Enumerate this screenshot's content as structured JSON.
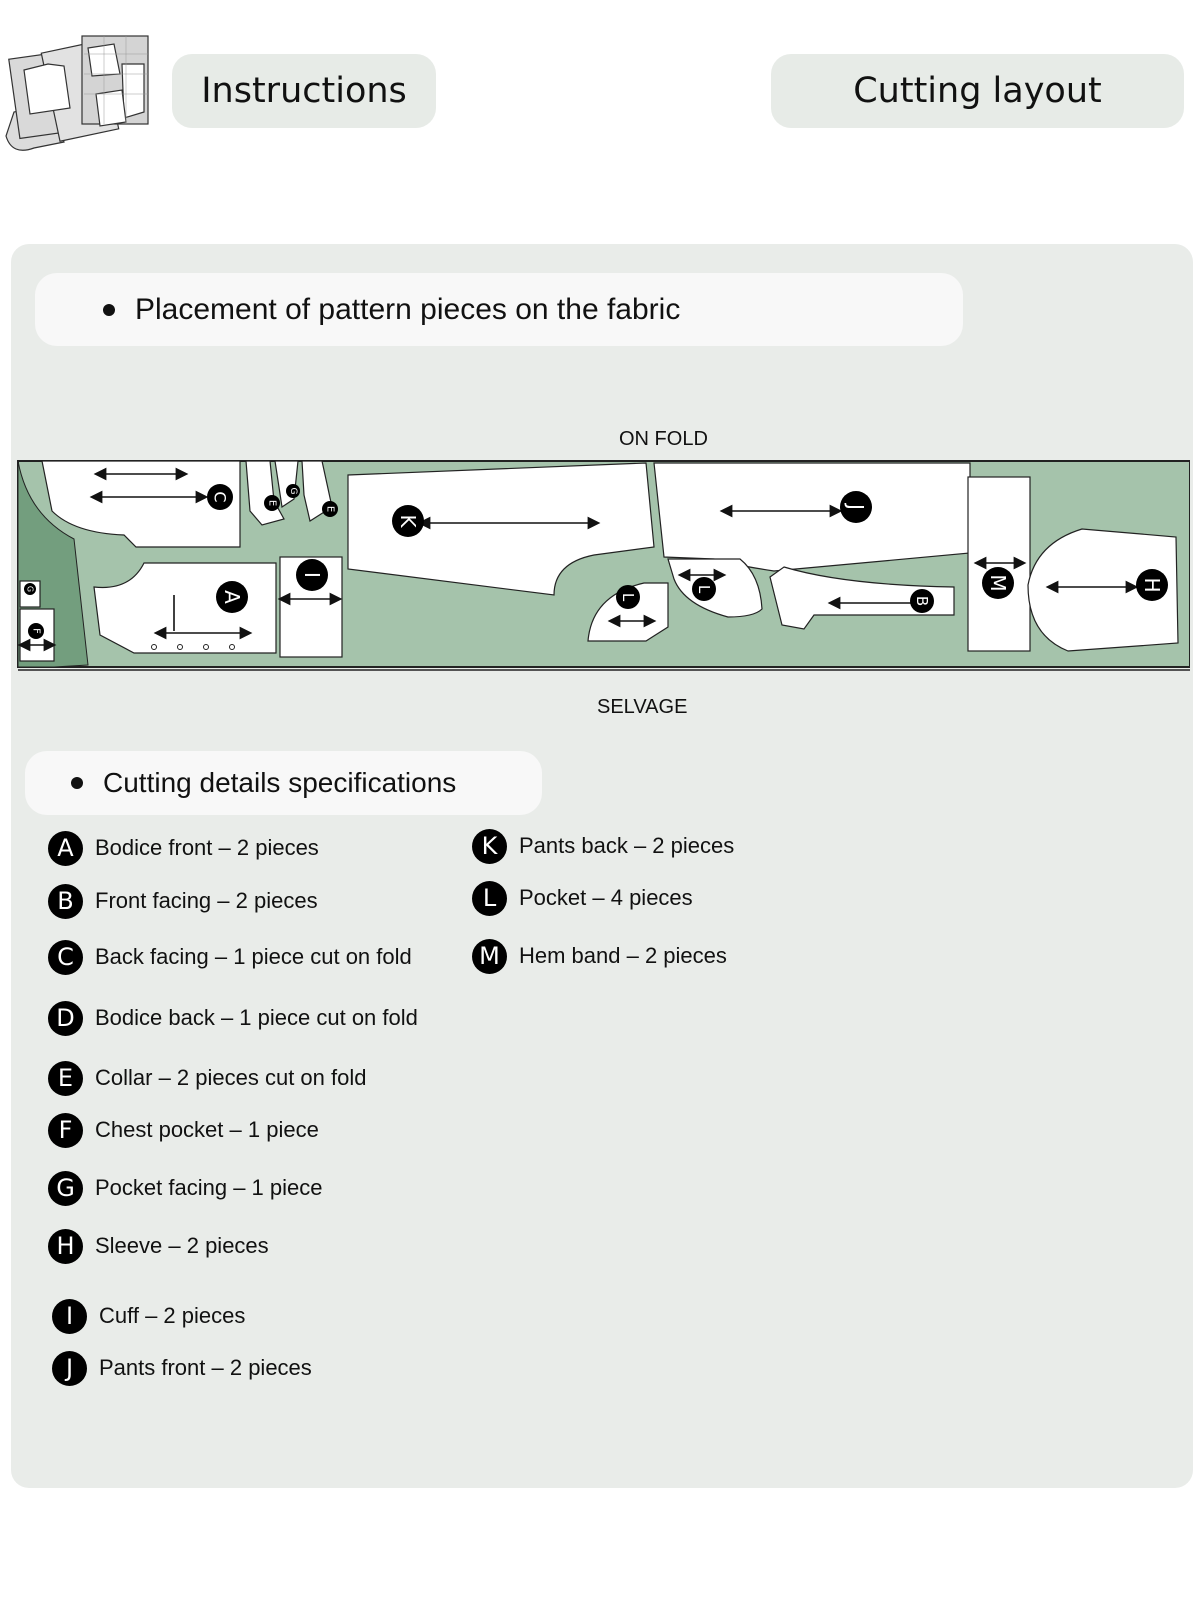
{
  "header": {
    "instructions_label": "Instructions",
    "cutting_layout_label": "Cutting layout"
  },
  "sections": {
    "placement_title": "Placement of pattern pieces on the fabric",
    "cutting_title": "Cutting details specifications"
  },
  "fabric": {
    "top_edge_label": "ON FOLD",
    "bottom_edge_label": "SELVAGE",
    "fabric_color": "#a5c3ab",
    "fabric_dark_color": "#739e7e"
  },
  "pieces": [
    {
      "letter": "A",
      "label": "Bodice front – 2 pieces"
    },
    {
      "letter": "B",
      "label": "Front facing – 2 pieces"
    },
    {
      "letter": "C",
      "label": "Back facing – 1 piece cut on fold"
    },
    {
      "letter": "D",
      "label": "Bodice back – 1 piece cut on fold"
    },
    {
      "letter": "E",
      "label": "Collar – 2 pieces cut on fold"
    },
    {
      "letter": "F",
      "label": "Chest pocket – 1 piece"
    },
    {
      "letter": "G",
      "label": "Pocket facing – 1 piece"
    },
    {
      "letter": "H",
      "label": "Sleeve – 2 pieces"
    },
    {
      "letter": "I",
      "label": "Cuff – 2 pieces"
    },
    {
      "letter": "J",
      "label": "Pants front – 2 pieces"
    },
    {
      "letter": "K",
      "label": "Pants back – 2 pieces"
    },
    {
      "letter": "L",
      "label": "Pocket – 4 pieces"
    },
    {
      "letter": "M",
      "label": "Hem band – 2 pieces"
    }
  ],
  "diagram_pieces": [
    {
      "letter": "C"
    },
    {
      "letter": "E"
    },
    {
      "letter": "G"
    },
    {
      "letter": "E"
    },
    {
      "letter": "K"
    },
    {
      "letter": "J"
    },
    {
      "letter": "A"
    },
    {
      "letter": "I"
    },
    {
      "letter": "L"
    },
    {
      "letter": "L"
    },
    {
      "letter": "B"
    },
    {
      "letter": "M"
    },
    {
      "letter": "H"
    },
    {
      "letter": "G"
    },
    {
      "letter": "F"
    }
  ]
}
